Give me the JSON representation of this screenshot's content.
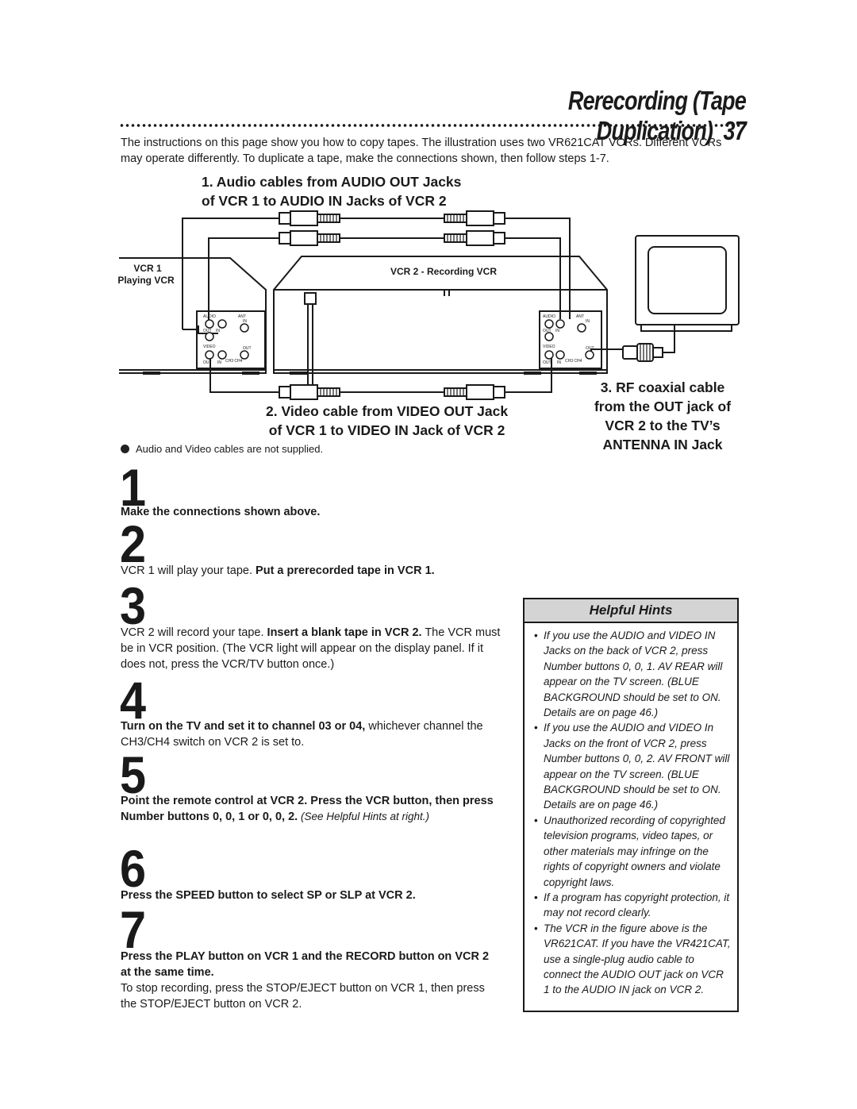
{
  "header": {
    "title": "Rerecording (Tape Duplication)",
    "page_number": "37"
  },
  "intro": "The instructions on this page show you how to copy tapes. The illustration uses two VR621CAT VCRs. Different VCRs may operate differently. To duplicate a tape, make the connections shown, then follow steps 1-7.",
  "diagram": {
    "caption1": {
      "line1": "1. Audio cables from AUDIO OUT Jacks",
      "line2": "of VCR 1 to AUDIO IN Jacks of VCR 2"
    },
    "caption2": {
      "line1": "2. Video cable from VIDEO OUT Jack",
      "line2": "of VCR 1 to VIDEO IN Jack of VCR 2"
    },
    "caption3": {
      "line1": "3. RF coaxial cable",
      "line2": "from the OUT jack of",
      "line3": "VCR 2 to the TV’s",
      "line4": "ANTENNA IN Jack"
    },
    "vcr1_label": "VCR 1",
    "vcr1_sublabel": "Playing VCR",
    "vcr2_label": "VCR 2 - Recording VCR",
    "panel": {
      "audio": "AUDIO",
      "ant": "ANT",
      "in": "IN",
      "out": "OUT",
      "video": "VIDEO",
      "ch": "CH3 CH4"
    }
  },
  "note": "Audio and Video cables are not supplied.",
  "steps": [
    {
      "number": "1",
      "bold": "Make the connections shown above.",
      "text": ""
    },
    {
      "number": "2",
      "pre": "VCR 1 will play your tape. ",
      "bold": "Put a prerecorded tape in VCR 1."
    },
    {
      "number": "3",
      "pre": "VCR 2 will record your tape. ",
      "bold": "Insert a blank tape in VCR 2.",
      "text": "The VCR must be in VCR position. (The VCR light will appear on the display panel. If it does not, press the VCR/TV button once.)"
    },
    {
      "number": "4",
      "bold": "Turn on the TV and set it to channel 03 or 04,",
      "text": " whichever channel the CH3/CH4 switch on VCR 2 is set to."
    },
    {
      "number": "5",
      "bold": "Point the remote control at VCR 2. Press the VCR button, then press Number buttons 0, 0, 1 or 0, 0, 2.",
      "italic": " (See Helpful Hints at right.)"
    },
    {
      "number": "6",
      "bold": "Press the SPEED button to select SP or SLP at VCR 2."
    },
    {
      "number": "7",
      "bold": "Press the PLAY button on VCR 1 and the RECORD button on VCR 2 at the same time.",
      "text": "To stop recording, press the STOP/EJECT button on VCR 1, then press the STOP/EJECT button on VCR 2."
    }
  ],
  "hints": {
    "title": "Helpful Hints",
    "items": [
      "If you use the AUDIO and VIDEO IN Jacks on the back of VCR 2, press Number buttons 0, 0, 1. AV REAR will appear on the TV screen. (BLUE BACKGROUND should be set to ON. Details are on page 46.)",
      "If you use the AUDIO and VIDEO In Jacks on the front of VCR 2, press Number buttons 0, 0, 2. AV FRONT will appear on the TV screen. (BLUE BACKGROUND should be set to ON. Details are on page 46.)",
      "Unauthorized recording of copyrighted television programs, video tapes, or other materials may infringe on the rights of copyright owners and violate copyright laws.",
      "If a program has copyright protection, it may not record clearly.",
      "The VCR in the figure above is the VR621CAT. If you have the VR421CAT, use a single-plug audio cable to connect the AUDIO OUT jack on VCR 1 to the AUDIO IN jack on VCR 2."
    ]
  }
}
